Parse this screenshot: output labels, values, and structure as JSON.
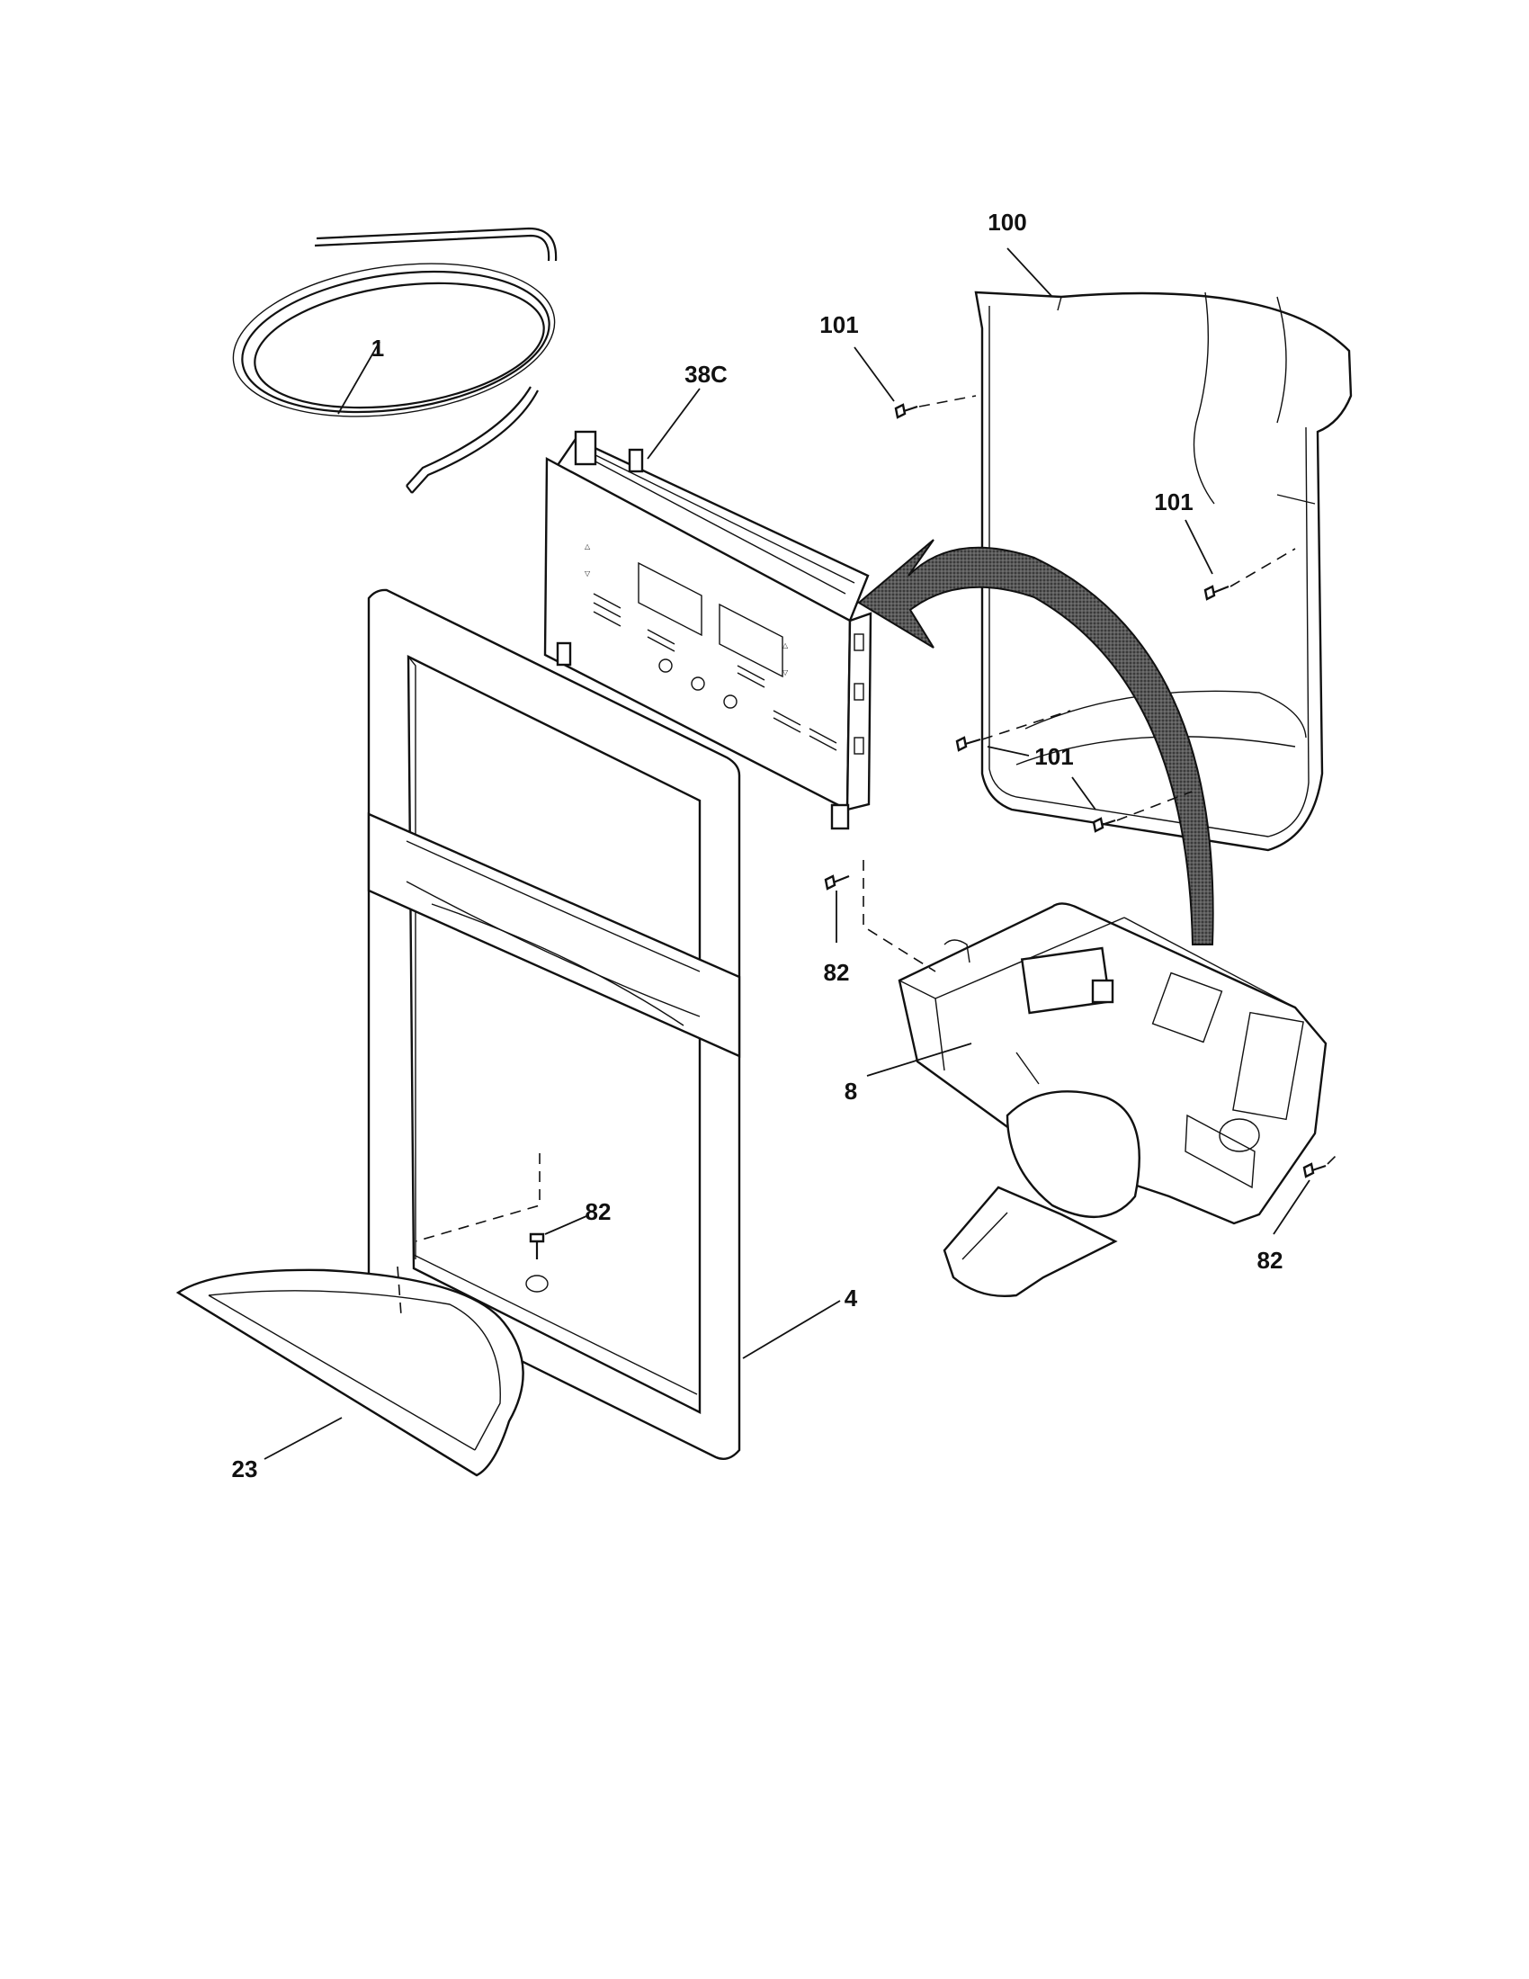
{
  "parts": {
    "tube": "1",
    "control_board": "38C",
    "container": "100",
    "screw_container_top": "101",
    "screw_container_mid": "101",
    "screw_container_low": "101",
    "screw_lever_top": "82",
    "screw_lever_right": "82",
    "screw_bezel": "82",
    "lever_assembly": "8",
    "bezel": "4",
    "drip_tray": "23"
  },
  "colors": {
    "line": "#111111",
    "background": "#ffffff",
    "arrow": "#3a3a3a"
  }
}
